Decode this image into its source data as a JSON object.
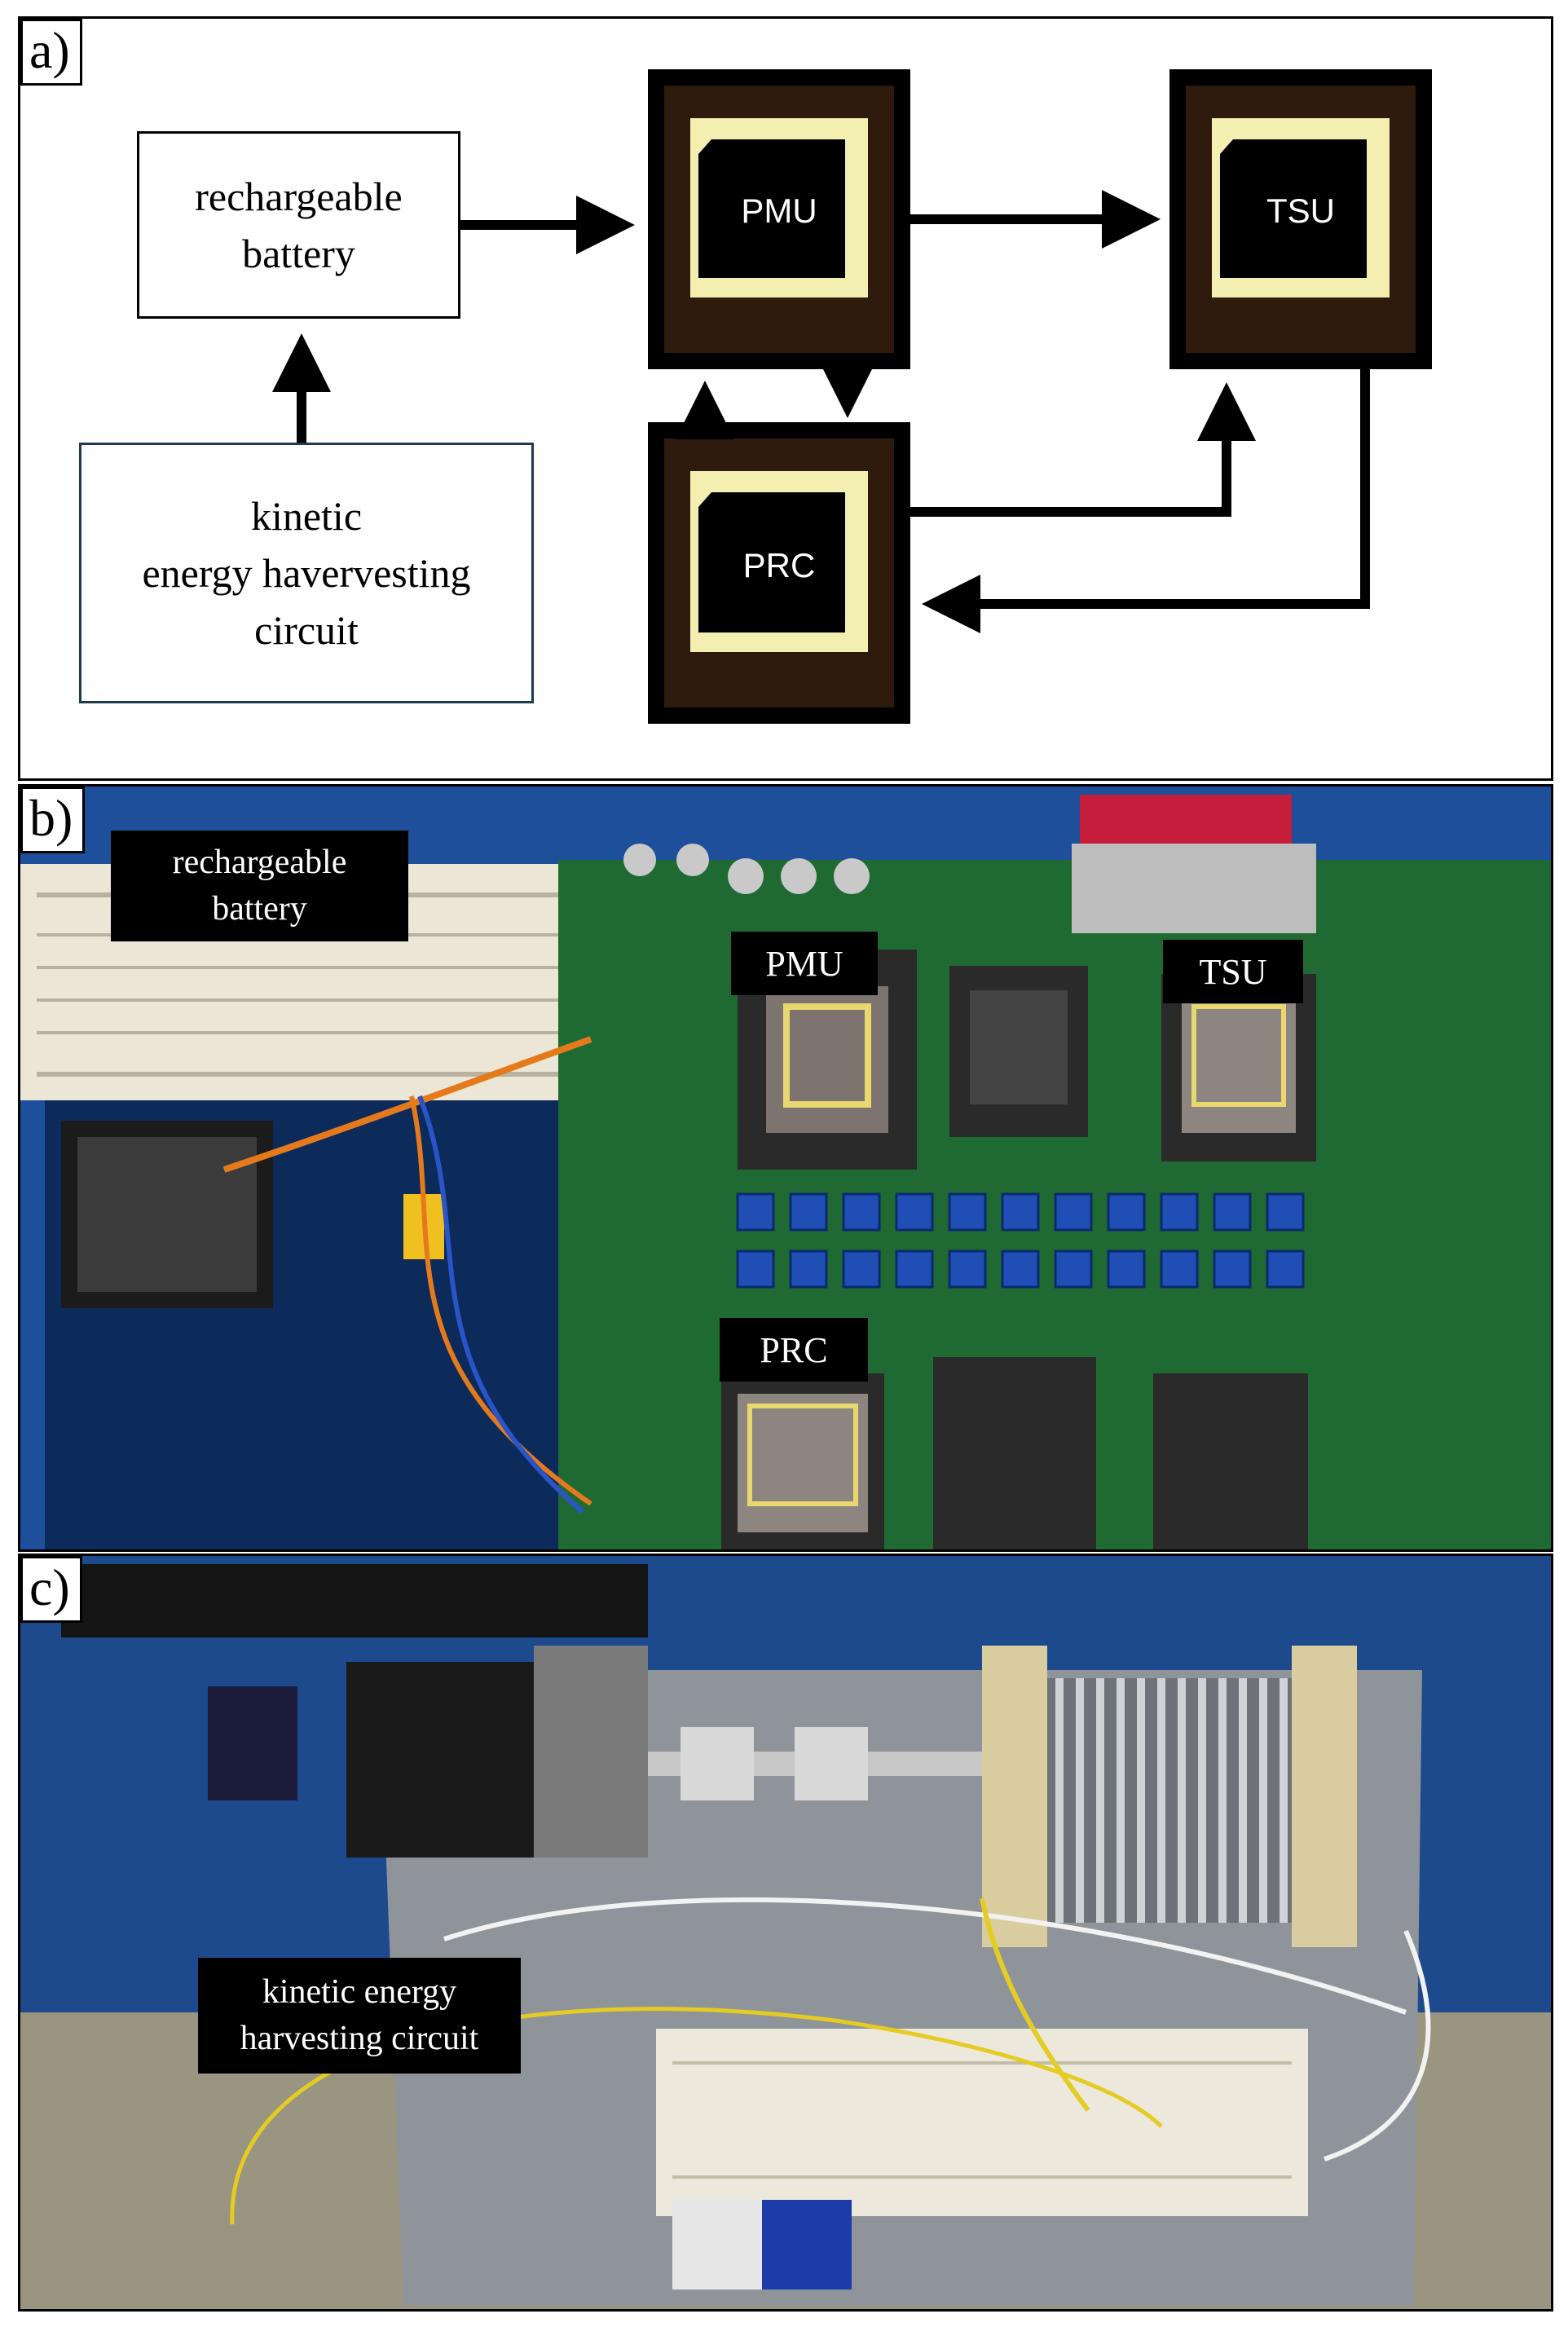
{
  "panel_a": {
    "letter": "a)",
    "battery_line1": "rechargeable",
    "battery_line2": "battery",
    "harvester_line1": "kinetic",
    "harvester_line2": "energy havervesting",
    "harvester_line3": "circuit",
    "pmu": "PMU",
    "tsu": "TSU",
    "prc": "PRC"
  },
  "panel_b": {
    "letter": "b)",
    "battery_line1": "rechargeable",
    "battery_line2": "battery",
    "pmu": "PMU",
    "tsu": "TSU",
    "prc": "PRC"
  },
  "panel_c": {
    "letter": "c)",
    "harvester_line1": "kinetic energy",
    "harvester_line2": "harvesting circuit"
  }
}
